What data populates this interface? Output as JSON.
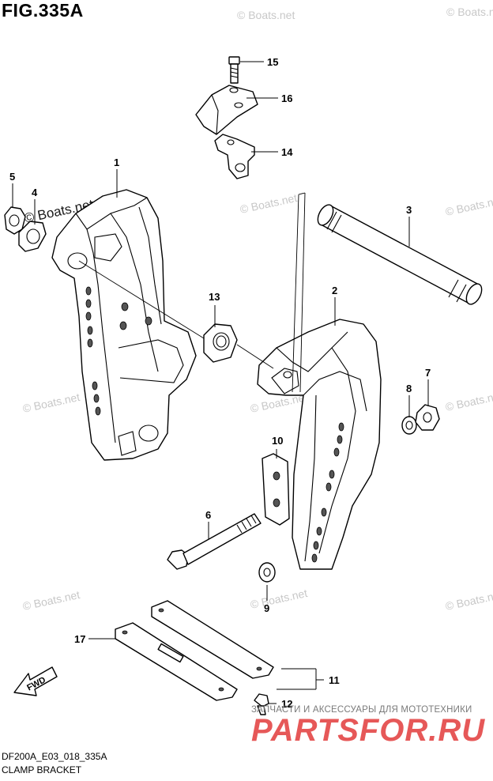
{
  "figure": {
    "title": "FIG.335A",
    "code": "DF200A_E03_018_335A",
    "caption": "CLAMP BRACKET"
  },
  "watermark": {
    "text": "© Boats.net"
  },
  "branding": {
    "subtitle": "ЗАПЧАСТИ И АКСЕССУАРЫ ДЛЯ МОТОТЕХНИКИ",
    "logo": "PARTSFOR.RU"
  },
  "fwd_label": "FWD",
  "callouts": [
    "1",
    "2",
    "3",
    "4",
    "5",
    "6",
    "7",
    "8",
    "9",
    "10",
    "11",
    "12",
    "13",
    "14",
    "15",
    "16",
    "17"
  ]
}
